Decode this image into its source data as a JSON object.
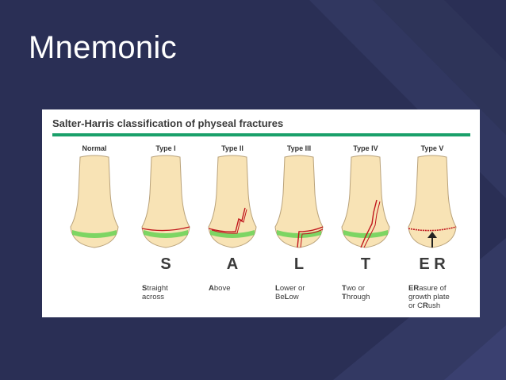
{
  "slide": {
    "title": "Mnemonic"
  },
  "figure": {
    "title": "Salter-Harris classification of physeal fractures",
    "columns": [
      {
        "header": "Normal",
        "letter": "",
        "caption": []
      },
      {
        "header": "Type I",
        "letter": "S",
        "caption": [
          {
            "b": "S",
            "r": "traight"
          },
          {
            "b": "",
            "r": "across"
          }
        ]
      },
      {
        "header": "Type II",
        "letter": "A",
        "caption": [
          {
            "b": "A",
            "r": "bove"
          }
        ]
      },
      {
        "header": "Type III",
        "letter": "L",
        "caption": [
          {
            "b": "L",
            "r": "ower or"
          },
          {
            "b": "",
            "r": "Be"
          },
          {
            "b": "",
            "r": ""
          }
        ]
      },
      {
        "header": "Type IV",
        "letter": "T",
        "caption": [
          {
            "b": "T",
            "r": "wo or"
          },
          {
            "b": "T",
            "r": "hrough"
          }
        ]
      },
      {
        "header": "Type V",
        "letter": "E R",
        "caption": [
          {
            "b": "ER",
            "r": "asure of"
          },
          {
            "b": "",
            "r": "growth plate"
          },
          {
            "b": "",
            "r": "or CRush"
          }
        ]
      }
    ],
    "captions_text": {
      "c1a": "S",
      "c1b": "traight",
      "c1c": "across",
      "c2a": "A",
      "c2b": "bove",
      "c3a": "L",
      "c3b": "ower or",
      "c3c": "Be",
      "c3d": "L",
      "c3e": "ow",
      "c4a": "T",
      "c4b": "wo or",
      "c4c": "T",
      "c4d": "hrough",
      "c5a": "ER",
      "c5b": "asure of",
      "c5c": "growth plate",
      "c5d": "or C",
      "c5e": "R",
      "c5f": "ush"
    }
  },
  "colors": {
    "background": "#2a2f55",
    "accent_green": "#1aa06a",
    "bone_fill": "#f8e3b5",
    "physis": "#6fd35a",
    "fracture": "#c0141b"
  }
}
